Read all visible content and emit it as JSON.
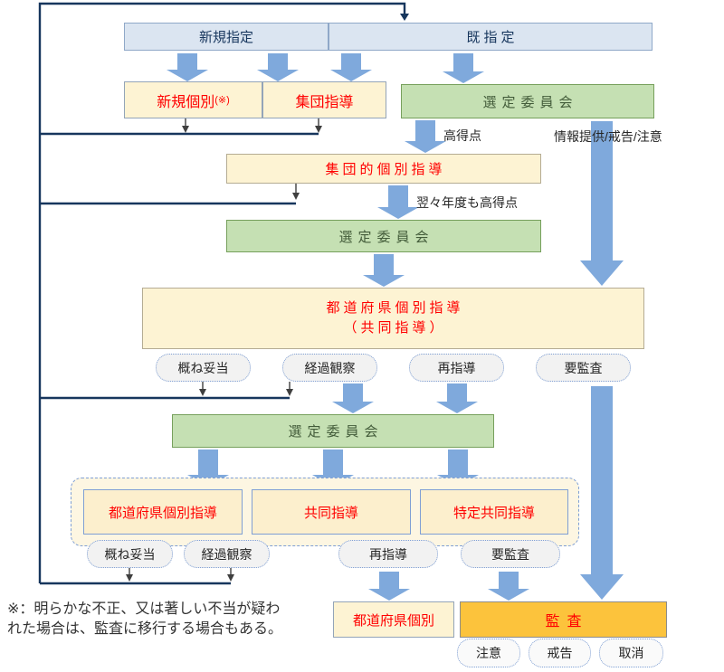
{
  "nodes": {
    "new_designation": "新規指定",
    "existing_designation": "既指定",
    "new_individual": "新規個別",
    "new_individual_note": "(※)",
    "group_guidance": "集団指導",
    "selection_committee_1": "選定委員会",
    "collective_individual_guidance": "集団的個別指導",
    "selection_committee_2": "選定委員会",
    "prefectural_individual_guidance_line1": "都道府県個別指導",
    "prefectural_individual_guidance_line2": "（共同指導）",
    "selection_committee_3": "選定委員会",
    "dashed_group": {
      "prefectural_individual_guidance": "都道府県個別指導",
      "joint_guidance": "共同指導",
      "specified_joint_guidance": "特定共同指導"
    },
    "prefectural_individual": "都道府県個別",
    "audit": "監査"
  },
  "outcomes": {
    "row1": [
      "概ね妥当",
      "経過観察",
      "再指導",
      "要監査"
    ],
    "row2": [
      "概ね妥当",
      "経過観察",
      "再指導",
      "要監査"
    ],
    "audit_results": [
      "注意",
      "戒告",
      "取消"
    ]
  },
  "edge_labels": {
    "high_score": "高得点",
    "info_warning_caution": "情報提供/戒告/注意",
    "next_next_year_high_score": "翌々年度も高得点"
  },
  "footnote": {
    "line1": "※：明らかな不正、又は著しい不当が疑わ",
    "line2": "れた場合は、監査に移行する場合もある。"
  },
  "colors": {
    "navy_line": "#17365d",
    "arrow_blue": "#7fa9dc",
    "box_blue_fill": "#dbe5f1",
    "box_green_fill": "#c5e0b3",
    "box_cream_fill": "#fdf3d3",
    "box_gold_fill": "#fcc33c",
    "red_text": "#ff0000"
  }
}
